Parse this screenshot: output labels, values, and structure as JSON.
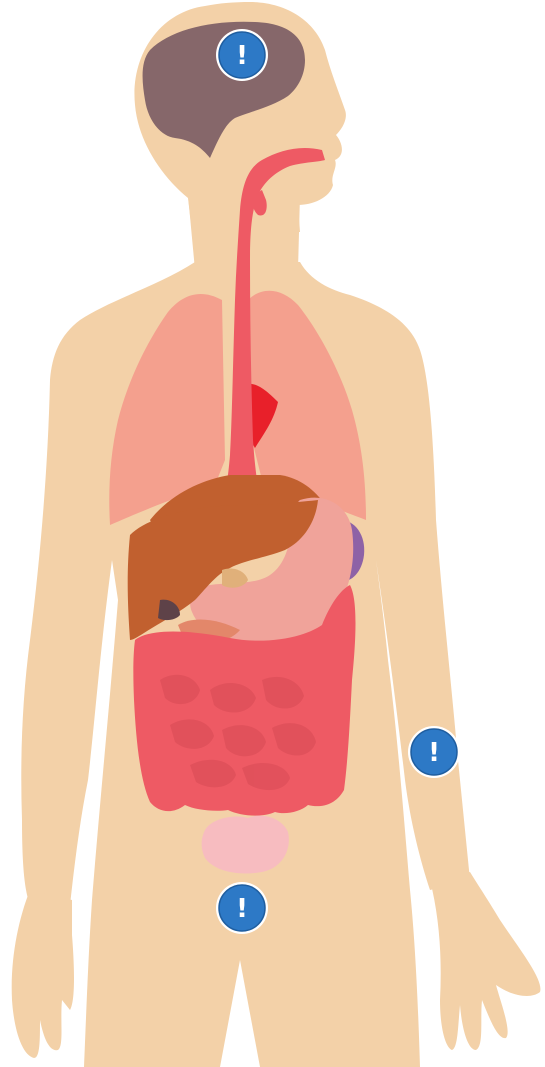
{
  "colors": {
    "skin": "#F3D1A8",
    "brain": "#86676A",
    "trachea": "#EE5A64",
    "lung": "#F4A08E",
    "heart": "#E8202A",
    "liver": "#C1602F",
    "gallbladder": "#E0B07A",
    "stomach": "#F0A39A",
    "spleen": "#8E62A6",
    "pancreas": "#E3876A",
    "kidney_dark": "#5E4248",
    "intestine": "#EE5A64",
    "intestine_shadow": "#D84A55",
    "bladder": "#F7BCC0",
    "hotspot_fill": "#2D79C6",
    "hotspot_border": "#ffffff",
    "hotspot_glyph": "#ffffff"
  },
  "icons": {
    "hotspot": "exclamation-circle-icon"
  },
  "hotspots": [
    {
      "id": "head",
      "glyph": "!"
    },
    {
      "id": "arm",
      "glyph": "!"
    },
    {
      "id": "pelvis",
      "glyph": "!"
    }
  ]
}
